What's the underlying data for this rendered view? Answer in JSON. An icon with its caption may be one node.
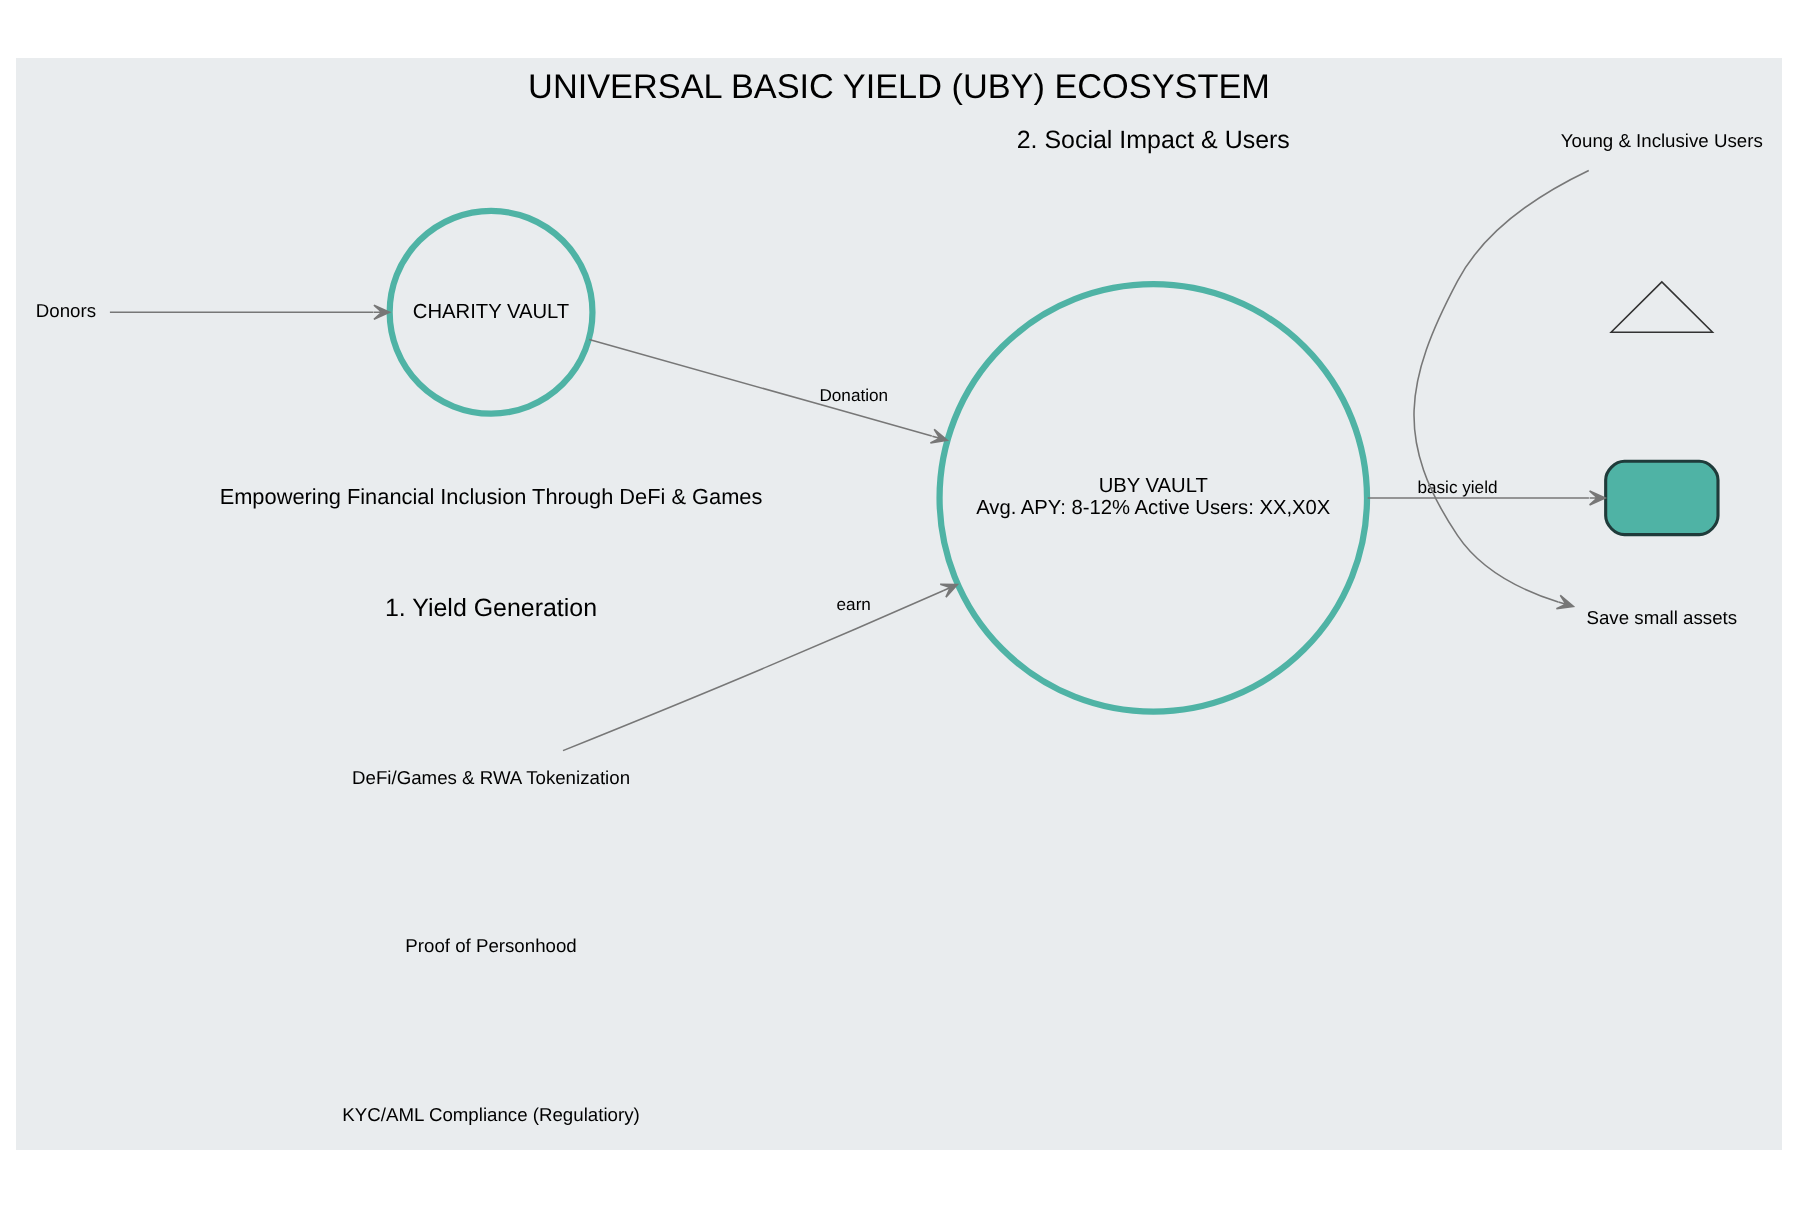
{
  "diagram": {
    "title": "UNIVERSAL BASIC YIELD (UBY) ECOSYSTEM",
    "nodes": [
      {
        "text": [
          "DeFi/Games & RWA Tokenization"
        ]
      },
      {
        "text": [
          "UBY VAULT",
          "Avg. APY: 8-12% Active Users: XX,X0X"
        ]
      },
      {
        "text": [
          "Save small assets"
        ]
      },
      {
        "text": [
          "Young & Inclusive Users"
        ]
      },
      {
        "text": [],
        "shape": "triangle"
      },
      {
        "text": [],
        "shape": "card"
      },
      {
        "text": [
          "CHARITY VAULT"
        ]
      },
      {
        "text": [
          "Donors"
        ]
      }
    ],
    "edges": [
      {
        "from": 0,
        "to": 1,
        "arrow": "to",
        "label": "earn"
      },
      {
        "from": 3,
        "to": 2,
        "arrow": "to"
      },
      {
        "from": 1,
        "to": 5,
        "arrow": "to",
        "label": "basic yield"
      },
      {
        "from": 6,
        "to": 1,
        "arrow": "to",
        "label": "Donation"
      },
      {
        "from": 7,
        "to": 6,
        "arrow": "to"
      }
    ],
    "labels": [
      "Empowering Financial Inclusion Through DeFi & Games",
      "1. Yield Generation",
      "2. Social Impact & Users",
      "Proof of Personhood",
      "KYC/AML Compliance (Regulatiory)"
    ]
  }
}
